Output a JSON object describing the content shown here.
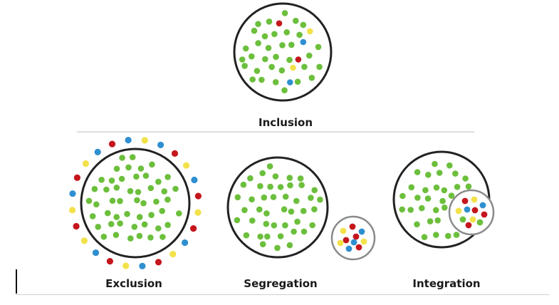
{
  "diagram": {
    "panels": [
      {
        "id": "inclusion",
        "label": "Inclusion"
      },
      {
        "id": "exclusion",
        "label": "Exclusion"
      },
      {
        "id": "segregation",
        "label": "Segregation"
      },
      {
        "id": "integration",
        "label": "Integration"
      }
    ]
  },
  "colors": {
    "green": "#6cbf3c",
    "red": "#c4161c",
    "blue": "#2f8fd0",
    "yellow": "#f3e14a",
    "outline": "#222222",
    "inner_outline": "#8a8a8a"
  }
}
